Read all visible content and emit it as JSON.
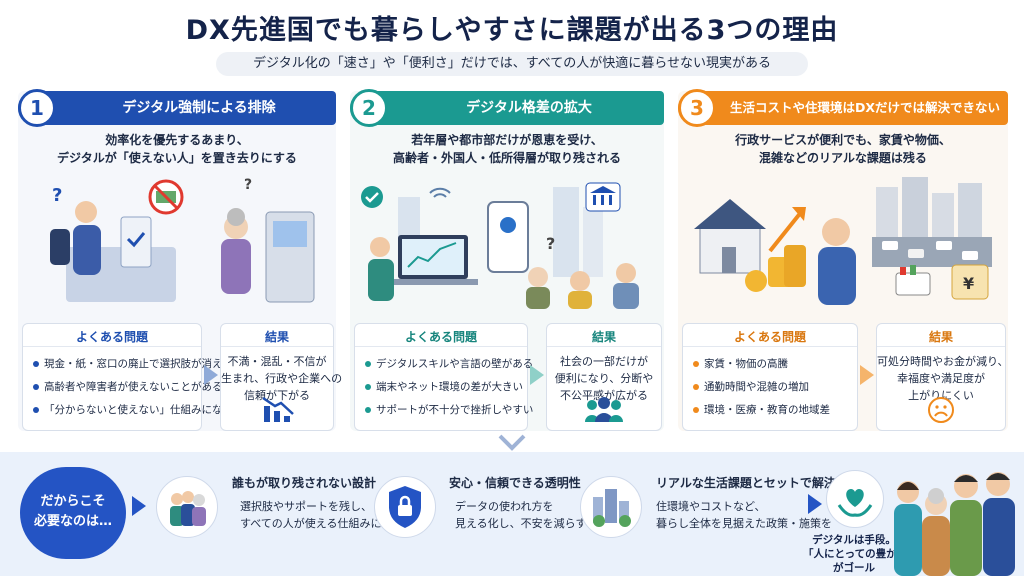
{
  "header": {
    "title": "DX先進国でも暮らしやすさに課題が出る3つの理由",
    "subtitle": "デジタル化の「速さ」や「便利さ」だけでは、すべての人が快適に暮らせない現実がある"
  },
  "columns": [
    {
      "number": "1",
      "heading": "デジタル強制による排除",
      "desc": [
        "効率化を優先するあまり、",
        "デジタルが「使えない人」を置き去りにする"
      ],
      "issues_label": "よくある問題",
      "issues": [
        "現金・紙・窓口の廃止で選択肢が消える",
        "高齢者や障害者が使えないことがある",
        "「分からないと使えない」仕組みになる"
      ],
      "result_label": "結果",
      "result": [
        "不満・混乱・不信が",
        "生まれ、行政や企業への",
        "信頼が下がる"
      ]
    },
    {
      "number": "2",
      "heading": "デジタル格差の拡大",
      "desc": [
        "若年層や都市部だけが恩恵を受け、",
        "高齢者・外国人・低所得層が取り残される"
      ],
      "issues_label": "よくある問題",
      "issues": [
        "デジタルスキルや言語の壁がある",
        "端末やネット環境の差が大きい",
        "サポートが不十分で挫折しやすい"
      ],
      "result_label": "結果",
      "result": [
        "社会の一部だけが",
        "便利になり、分断や",
        "不公平感が広がる"
      ]
    },
    {
      "number": "3",
      "heading": "生活コストや住環境はDXだけでは解決できない",
      "desc": [
        "行政サービスが便利でも、家賃や物価、",
        "混雑などのリアルな課題は残る"
      ],
      "issues_label": "よくある問題",
      "issues": [
        "家賃・物価の高騰",
        "通勤時間や混雑の増加",
        "環境・医療・教育の地域差"
      ],
      "result_label": "結果",
      "result": [
        "可処分時間やお金が減り、",
        "幸福度や満足度が",
        "上がりにくい"
      ]
    }
  ],
  "bottom": {
    "lead": [
      "だからこそ",
      "必要なのは…"
    ],
    "solutions": [
      {
        "title": "誰もが取り残されない設計",
        "desc": [
          "選択肢やサポートを残し、",
          "すべての人が使える仕組みに"
        ]
      },
      {
        "title": "安心・信頼できる透明性",
        "desc": [
          "データの使われ方を",
          "見える化し、不安を減らす"
        ]
      },
      {
        "title": "リアルな生活課題とセットで解決",
        "desc": [
          "住環境やコストなど、",
          "暮らし全体を見据えた政策・施策を"
        ]
      }
    ],
    "goal": [
      "デジタルは手段。",
      "「人にとっての豊かさ」",
      "がゴール"
    ]
  },
  "colors": {
    "blue": "#1f4fb0",
    "teal": "#1b9a91",
    "orange": "#f08a1c",
    "navy": "#14234a"
  },
  "icons": [
    "question-icon",
    "no-cash-icon",
    "checkmark-icon",
    "bank-icon",
    "wifi-icon",
    "chart-down-icon",
    "people-icon",
    "sad-face-icon",
    "shield-lock-icon",
    "heart-hands-icon",
    "yen-tag-icon",
    "arrow-up-icon"
  ]
}
